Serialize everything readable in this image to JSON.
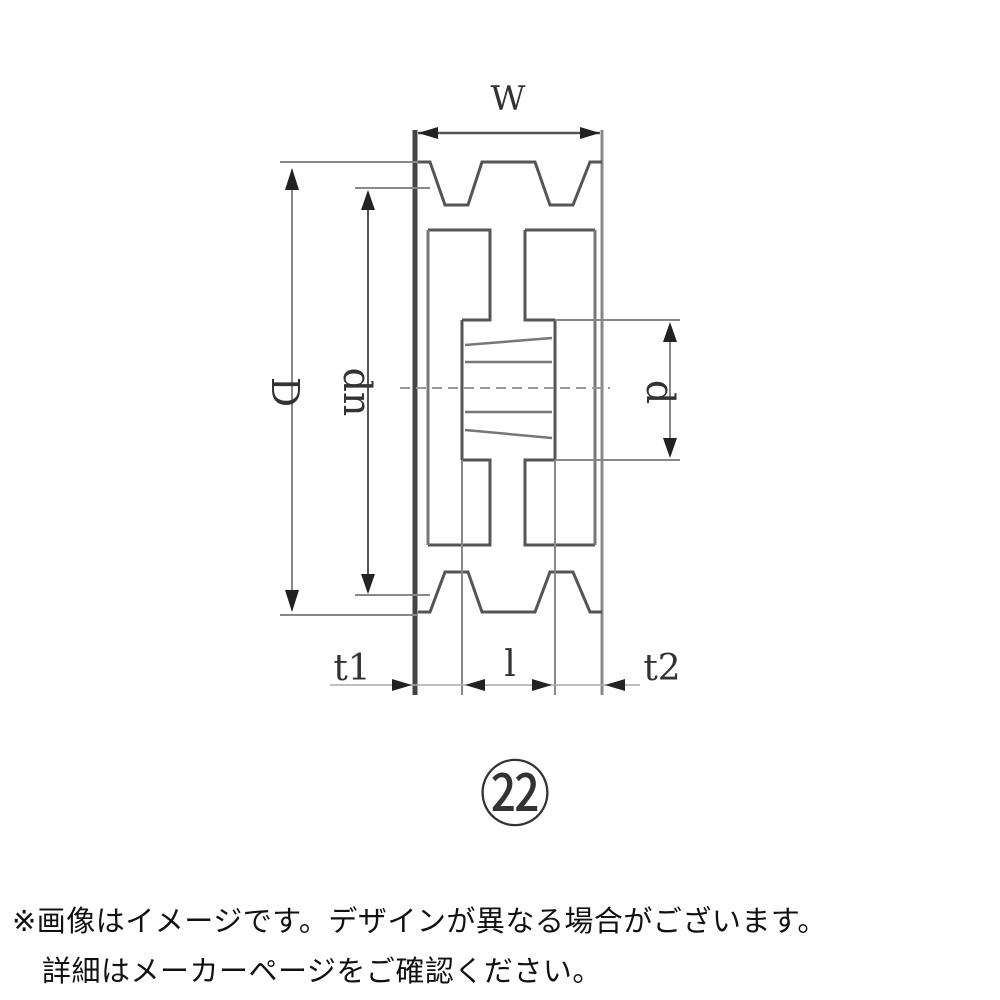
{
  "diagram": {
    "labels": {
      "W": "W",
      "D": "D",
      "dn": "dn",
      "d": "d",
      "t1": "t1",
      "l": "l",
      "t2": "t2"
    },
    "figure_number": "㉒"
  },
  "caption": {
    "line1": "※画像はイメージです。デザインが異なる場合がございます。",
    "line2": "詳細はメーカーページをご確認ください。"
  },
  "colors": {
    "line": "#555555",
    "text": "#333333"
  }
}
